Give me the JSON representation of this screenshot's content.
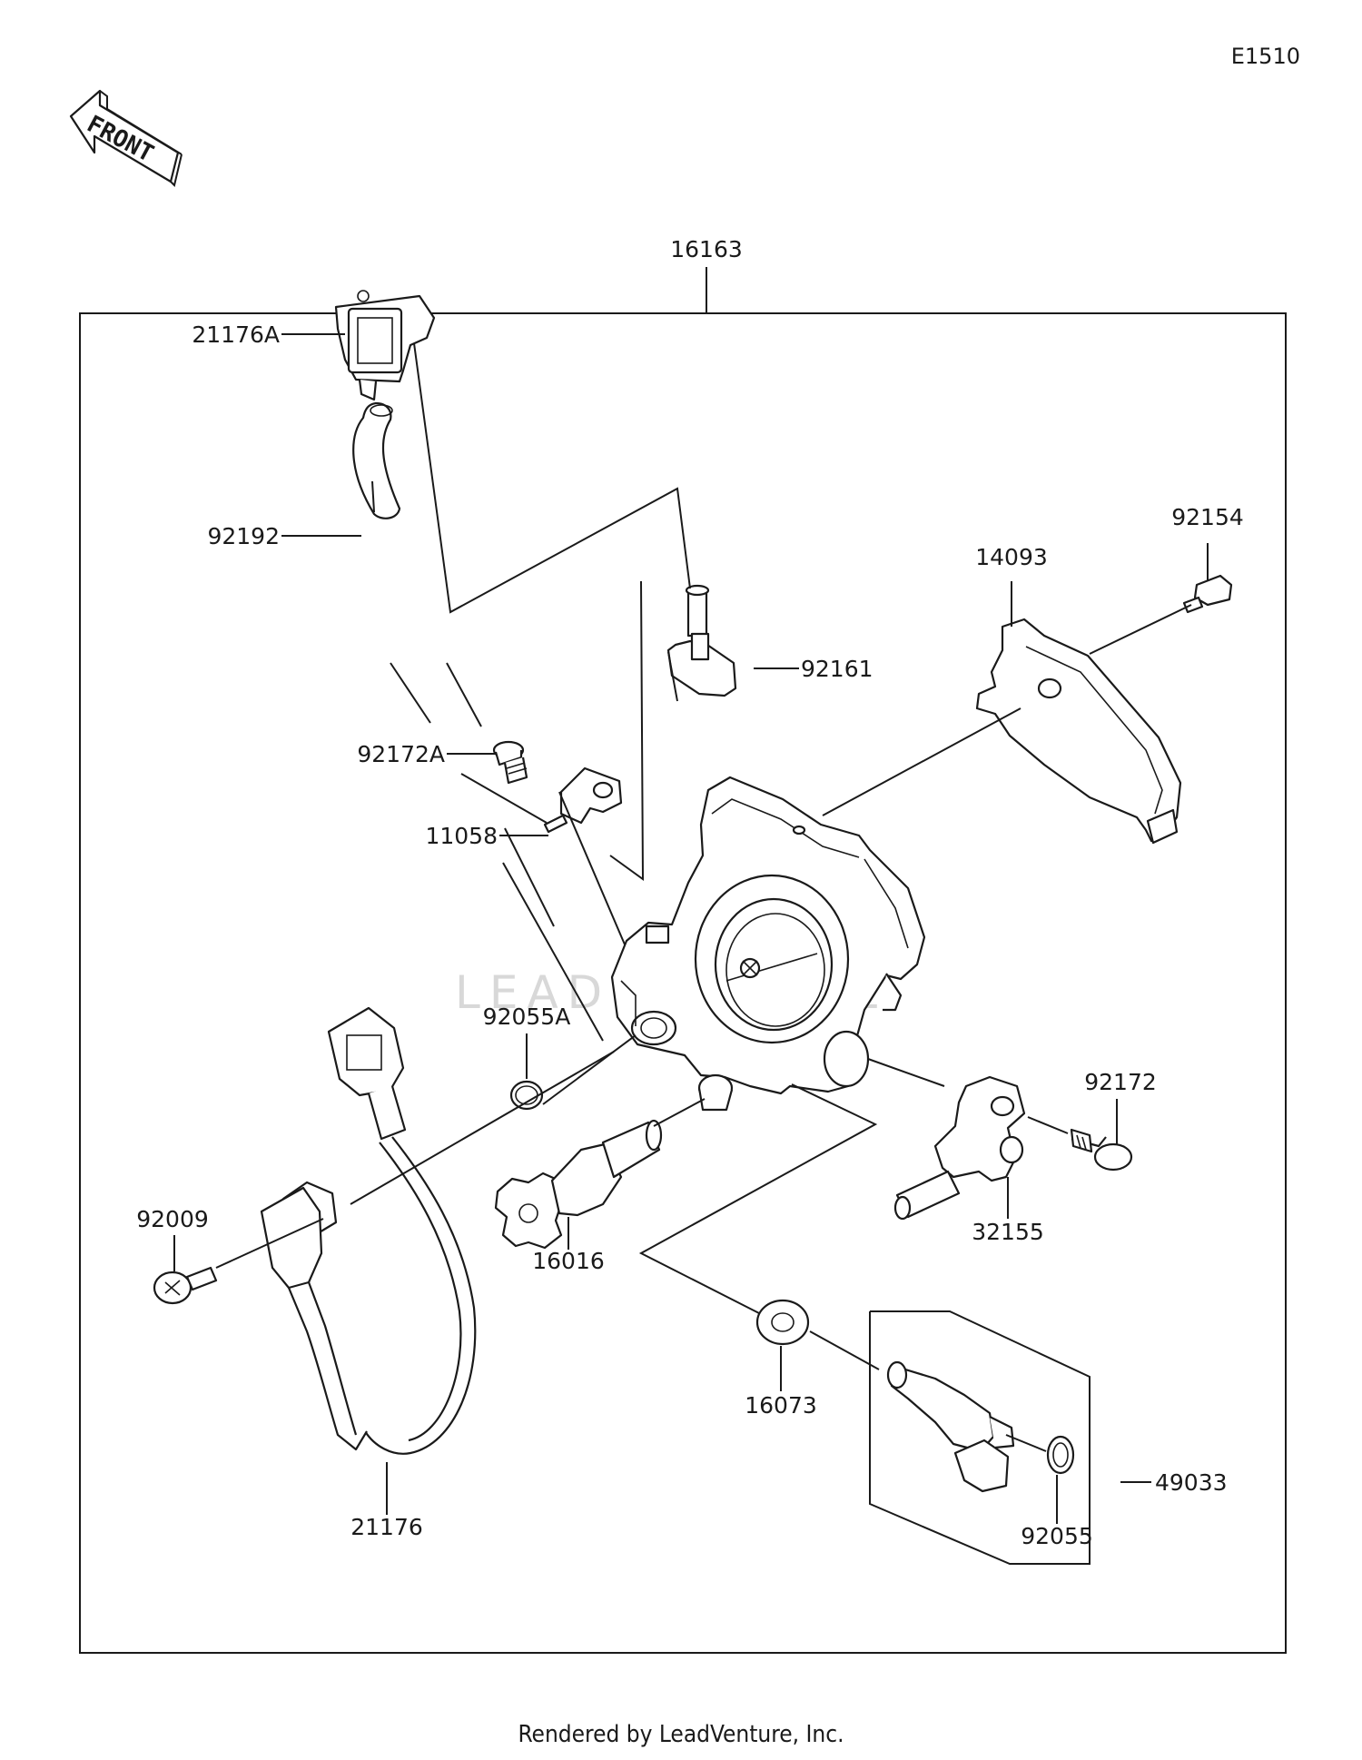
{
  "diagram_code": "E1510",
  "front_label": "FRONT",
  "assembly_label": "16163",
  "watermark": "LEADVENTURE",
  "footer": "Rendered by LeadVenture, Inc.",
  "parts": [
    {
      "id": "21176A",
      "label": "21176A"
    },
    {
      "id": "92192",
      "label": "92192"
    },
    {
      "id": "92161",
      "label": "92161"
    },
    {
      "id": "92154",
      "label": "92154"
    },
    {
      "id": "14093",
      "label": "14093"
    },
    {
      "id": "92172A",
      "label": "92172A"
    },
    {
      "id": "11058",
      "label": "11058"
    },
    {
      "id": "92055A",
      "label": "92055A"
    },
    {
      "id": "92172",
      "label": "92172"
    },
    {
      "id": "92009",
      "label": "92009"
    },
    {
      "id": "16016",
      "label": "16016"
    },
    {
      "id": "32155",
      "label": "32155"
    },
    {
      "id": "16073",
      "label": "16073"
    },
    {
      "id": "49033",
      "label": "49033"
    },
    {
      "id": "92055",
      "label": "92055"
    },
    {
      "id": "21176",
      "label": "21176"
    }
  ]
}
